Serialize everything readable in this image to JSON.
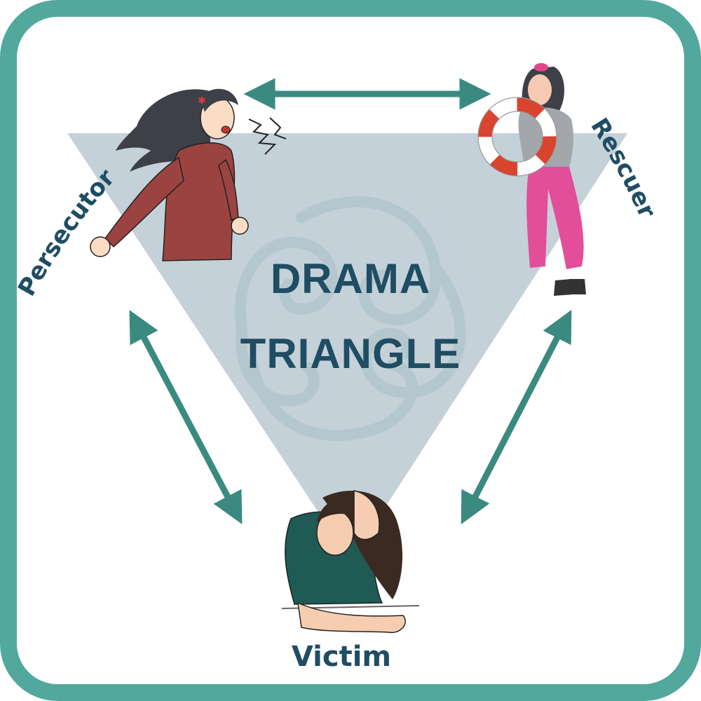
{
  "diagram": {
    "title_line1": "DRAMA",
    "title_line2": "TRIANGLE",
    "roles": {
      "persecutor": "Persecutor",
      "rescuer": "Rescuer",
      "victim": "Victim"
    },
    "colors": {
      "frame": "#53a89d",
      "triangle": "#c5d1d9",
      "swirl": "#b4c6cd",
      "arrow": "#3a8a80",
      "text": "#1f4d63"
    }
  }
}
